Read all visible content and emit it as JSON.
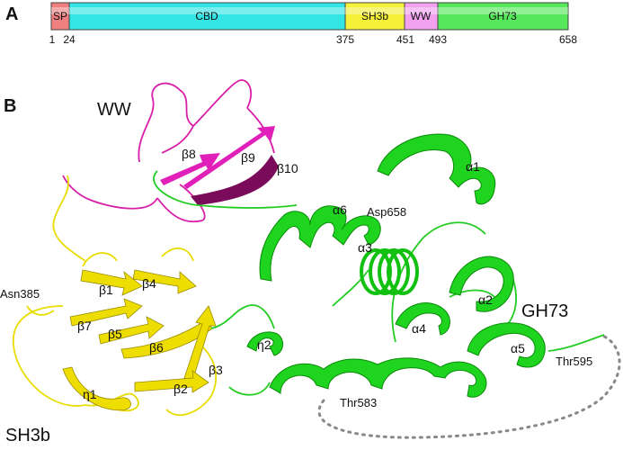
{
  "panel_a": {
    "label": "A",
    "segments": [
      {
        "name": "SP",
        "color": "#f08080"
      },
      {
        "name": "CBD",
        "color": "#33e5e5"
      },
      {
        "name": "SH3b",
        "color": "#f5f03a"
      },
      {
        "name": "WW",
        "color": "#f2a0f0"
      },
      {
        "name": "GH73",
        "color": "#55e85a"
      }
    ],
    "positions": [
      "1",
      "24",
      "375",
      "451",
      "493",
      "658"
    ]
  },
  "panel_b": {
    "label": "B",
    "domains": {
      "ww": "WW",
      "sh3b": "SH3b",
      "gh73": "GH73"
    },
    "sh3b_labels": {
      "b1": "β1",
      "b4": "β4",
      "b7": "β7",
      "b5": "β5",
      "b6": "β6",
      "b3": "β3",
      "b2": "β2",
      "n1": "η1"
    },
    "ww_labels": {
      "b8": "β8",
      "b9": "β9",
      "b10": "β10"
    },
    "gh73_labels": {
      "a1": "α1",
      "a2": "α2",
      "a3": "α3",
      "a4": "α4",
      "a5": "α5",
      "a6": "α6",
      "n2": "η2"
    },
    "residues": {
      "asn385": "Asn385",
      "asp658": "Asp658",
      "thr583": "Thr583",
      "thr595": "Thr595"
    }
  },
  "colors": {
    "sh3b": "#f2e600",
    "ww": "#d81ea8",
    "gh73": "#22dd22",
    "loop": "#888888"
  }
}
